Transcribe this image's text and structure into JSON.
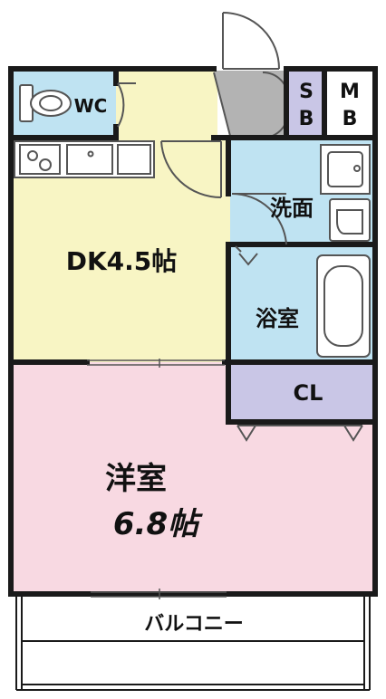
{
  "rooms": {
    "wc": {
      "label": "WC",
      "color": "#bfe3f2"
    },
    "dk": {
      "label": "DK4.5帖",
      "color": "#f8f5c4"
    },
    "washroom": {
      "label": "洗面",
      "color": "#bfe3f2"
    },
    "bathroom": {
      "label": "浴室",
      "color": "#bfe3f2"
    },
    "closet": {
      "label": "CL",
      "color": "#c9c6e6"
    },
    "western": {
      "label_line1": "洋室",
      "label_line2": "6.8帖",
      "color": "#f8d9e2"
    },
    "shoe_box": {
      "label_s": "S",
      "label_b": "B",
      "color": "#c9c6e6"
    },
    "meter_box": {
      "label_m": "M",
      "label_b": "B",
      "color": "#ffffff"
    },
    "balcony": {
      "label": "バルコニー",
      "color": "#ffffff"
    }
  },
  "colors": {
    "wall": "#1a1a1a",
    "fixture_line": "#555555",
    "entrance_floor": "#b3b3b3"
  }
}
